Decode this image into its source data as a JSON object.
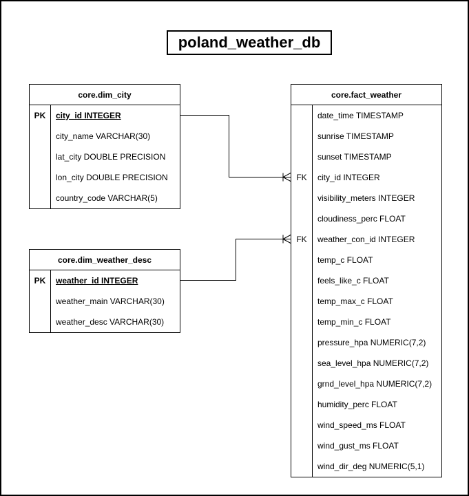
{
  "diagram": {
    "title": "poland_weather_db",
    "colors": {
      "border": "#000000",
      "background": "#ffffff",
      "text": "#000000"
    },
    "tables": [
      {
        "name": "core.dim_city",
        "rows": [
          {
            "key": "PK",
            "text": "city_id INTEGER",
            "pk": true
          },
          {
            "key": "",
            "text": "city_name VARCHAR(30)"
          },
          {
            "key": "",
            "text": "lat_city DOUBLE PRECISION"
          },
          {
            "key": "",
            "text": "lon_city DOUBLE PRECISION"
          },
          {
            "key": "",
            "text": "country_code VARCHAR(5)"
          }
        ]
      },
      {
        "name": "core.fact_weather",
        "rows": [
          {
            "key": "",
            "text": "date_time TIMESTAMP"
          },
          {
            "key": "",
            "text": "sunrise TIMESTAMP"
          },
          {
            "key": "",
            "text": "sunset TIMESTAMP"
          },
          {
            "key": "FK",
            "text": "city_id INTEGER"
          },
          {
            "key": "",
            "text": "visibility_meters INTEGER"
          },
          {
            "key": "",
            "text": "cloudiness_perc FLOAT"
          },
          {
            "key": "FK",
            "text": "weather_con_id INTEGER"
          },
          {
            "key": "",
            "text": "temp_c FLOAT"
          },
          {
            "key": "",
            "text": "feels_like_c FLOAT"
          },
          {
            "key": "",
            "text": "temp_max_c FLOAT"
          },
          {
            "key": "",
            "text": "temp_min_c FLOAT"
          },
          {
            "key": "",
            "text": "pressure_hpa NUMERIC(7,2)"
          },
          {
            "key": "",
            "text": "sea_level_hpa NUMERIC(7,2)"
          },
          {
            "key": "",
            "text": "grnd_level_hpa NUMERIC(7,2)"
          },
          {
            "key": "",
            "text": "humidity_perc FLOAT"
          },
          {
            "key": "",
            "text": "wind_speed_ms FLOAT"
          },
          {
            "key": "",
            "text": "wind_gust_ms FLOAT"
          },
          {
            "key": "",
            "text": "wind_dir_deg NUMERIC(5,1)"
          }
        ]
      },
      {
        "name": "core.dim_weather_desc",
        "rows": [
          {
            "key": "PK",
            "text": "weather_id INTEGER",
            "pk": true
          },
          {
            "key": "",
            "text": "weather_main VARCHAR(30)"
          },
          {
            "key": "",
            "text": "weather_desc VARCHAR(30)"
          }
        ]
      }
    ],
    "relationships": [
      {
        "from": "core.dim_city.city_id",
        "to": "core.fact_weather.city_id",
        "type": "one-to-many",
        "many_end": "core.fact_weather"
      },
      {
        "from": "core.dim_weather_desc.weather_id",
        "to": "core.fact_weather.weather_con_id",
        "type": "one-to-many",
        "many_end": "core.fact_weather"
      }
    ]
  }
}
